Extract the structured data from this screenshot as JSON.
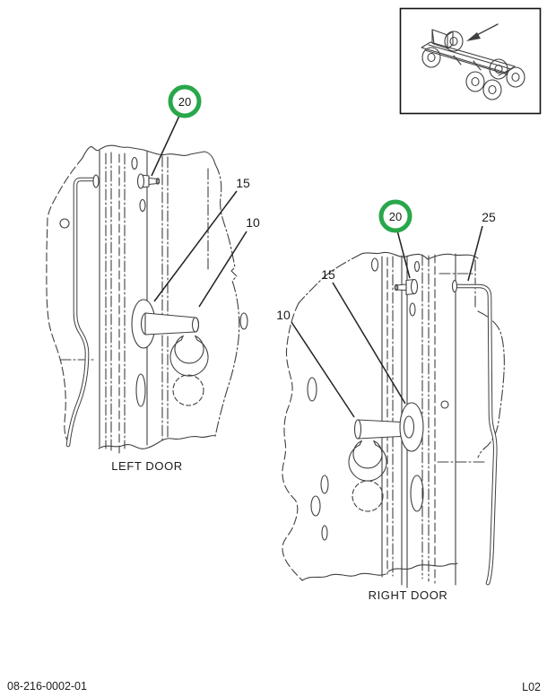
{
  "colors": {
    "background": "#ffffff",
    "art_line": "#404040",
    "text": "#1c1c1c",
    "callout_green": "#28a74b"
  },
  "footer": {
    "part_number": "08-216-0002-01",
    "page_code": "L02"
  },
  "left_door": {
    "label": "LEFT DOOR",
    "callout_20": "20",
    "callout_15": "15",
    "callout_10": "10"
  },
  "right_door": {
    "label": "RIGHT DOOR",
    "callout_20": "20",
    "callout_25": "25",
    "callout_15": "15",
    "callout_10": "10"
  }
}
